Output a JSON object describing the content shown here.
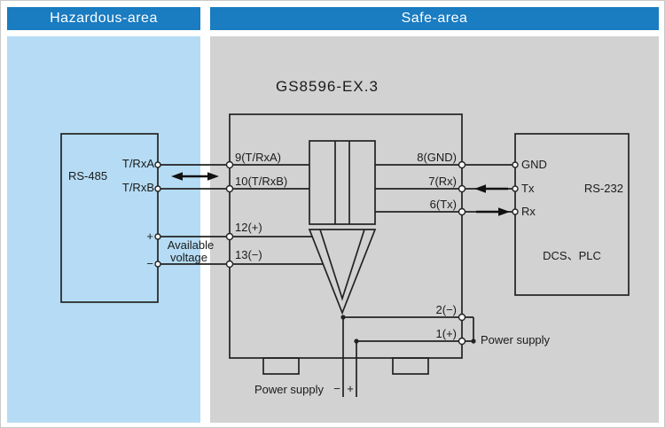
{
  "header": {
    "hazardous_label": "Hazardous-area",
    "safe_label": "Safe-area"
  },
  "colors": {
    "header_blue": "#1a7cc1",
    "hazardous_bg": "#b5dcf4",
    "safe_bg": "#d2d2d2",
    "line": "#222222"
  },
  "device": {
    "title": "GS8596-EX.3",
    "terminals": {
      "t9": "9(T/RxA)",
      "t10": "10(T/RxB)",
      "t12": "12(+)",
      "t13": "13(−)",
      "t8": "8(GND)",
      "t7": "7(Rx)",
      "t6": "6(Tx)",
      "t2": "2(−)",
      "t1": "1(+)"
    }
  },
  "rs485": {
    "label": "RS-485",
    "terminal_a": "T/RxA",
    "terminal_b": "T/RxB",
    "plus": "+",
    "minus": "−",
    "note_line1": "Available",
    "note_line2": "voltage"
  },
  "rs232": {
    "label": "RS-232",
    "gnd": "GND",
    "tx": "Tx",
    "rx": "Rx",
    "note": "DCS、PLC"
  },
  "power": {
    "side_label": "Power supply",
    "bottom_label": "Power supply",
    "bottom_minus": "−",
    "bottom_plus": "+"
  }
}
